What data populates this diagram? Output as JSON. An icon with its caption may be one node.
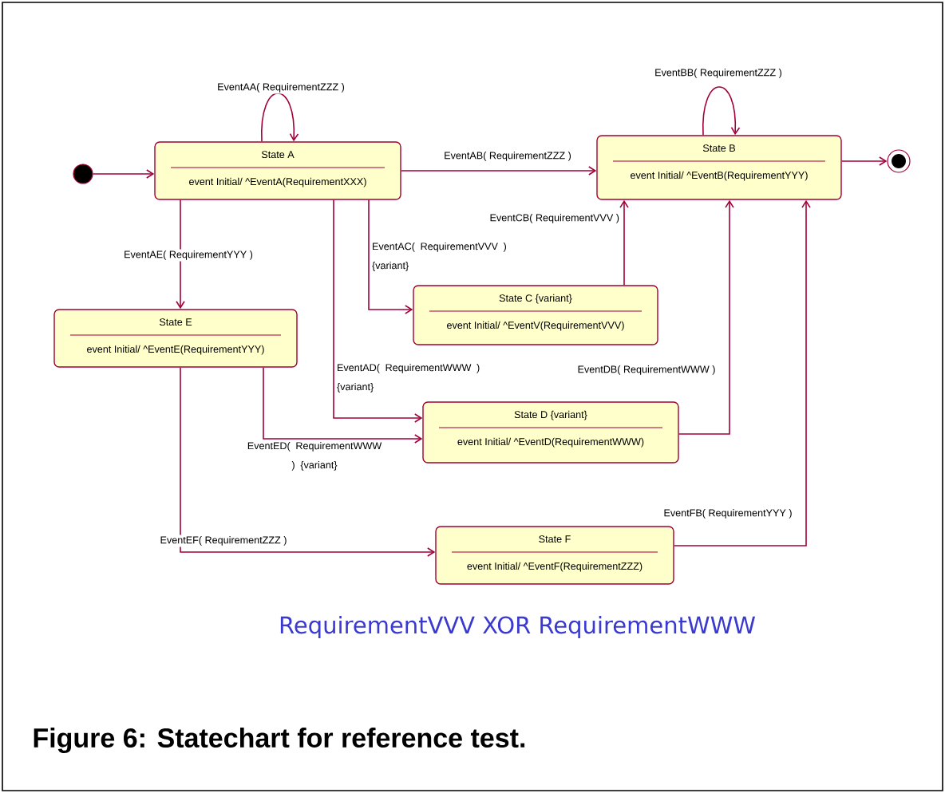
{
  "diagram": {
    "caption": "Figure 6: Statechart for reference test.",
    "nodes": [
      {
        "text": [],
        "shape": "circle"
      },
      {
        "text": [
          "State A",
          "event Initial/ ^EventA(RequirementXXX)"
        ]
      },
      {
        "text": [
          "State B",
          "event Initial/ ^EventB(RequirementYYY)"
        ]
      },
      {
        "text": [],
        "shape": "bullseye"
      },
      {
        "text": [
          "State C {variant}",
          "event Initial/ ^EventV(RequirementVVV)"
        ]
      },
      {
        "text": [
          "State E",
          "event Initial/ ^EventE(RequirementYYY)"
        ]
      },
      {
        "text": [
          "State D {variant}",
          "event Initial/ ^EventD(RequirementWWW)"
        ]
      },
      {
        "text": [
          "State F",
          "event Initial/ ^EventF(RequirementZZZ)"
        ]
      }
    ],
    "edges": [
      {
        "from": 0,
        "to": 1,
        "arrow": "to"
      },
      {
        "from": 1,
        "to": 1,
        "arrow": "to",
        "label": "EventAA( RequirementZZZ )"
      },
      {
        "from": 1,
        "to": 2,
        "arrow": "to",
        "label": "EventAB( RequirementZZZ )"
      },
      {
        "from": 2,
        "to": 2,
        "arrow": "to",
        "label": "EventBB( RequirementZZZ )"
      },
      {
        "from": 2,
        "to": 3,
        "arrow": "to"
      },
      {
        "from": 1,
        "to": 5,
        "arrow": "to",
        "label": "EventAE( RequirementYYY )"
      },
      {
        "from": 1,
        "to": 4,
        "arrow": "to",
        "label": "EventAC( RequirementVVV ) {variant}"
      },
      {
        "from": 1,
        "to": 6,
        "arrow": "to",
        "label": "EventAD( RequirementWWW ) {variant}"
      },
      {
        "from": 4,
        "to": 2,
        "arrow": "to",
        "label": "EventCB( RequirementVVV )"
      },
      {
        "from": 6,
        "to": 2,
        "arrow": "to",
        "label": "EventDB( RequirementWWW )"
      },
      {
        "from": 5,
        "to": 6,
        "arrow": "to",
        "label": "EventED( RequirementWWW ) {variant}"
      },
      {
        "from": 5,
        "to": 7,
        "arrow": "to",
        "label": "EventEF( RequirementZZZ )"
      },
      {
        "from": 7,
        "to": 2,
        "arrow": "to",
        "label": "EventFB( RequirementYYY )"
      }
    ],
    "labels": [
      "RequirementVVV XOR RequirementWWW"
    ]
  }
}
